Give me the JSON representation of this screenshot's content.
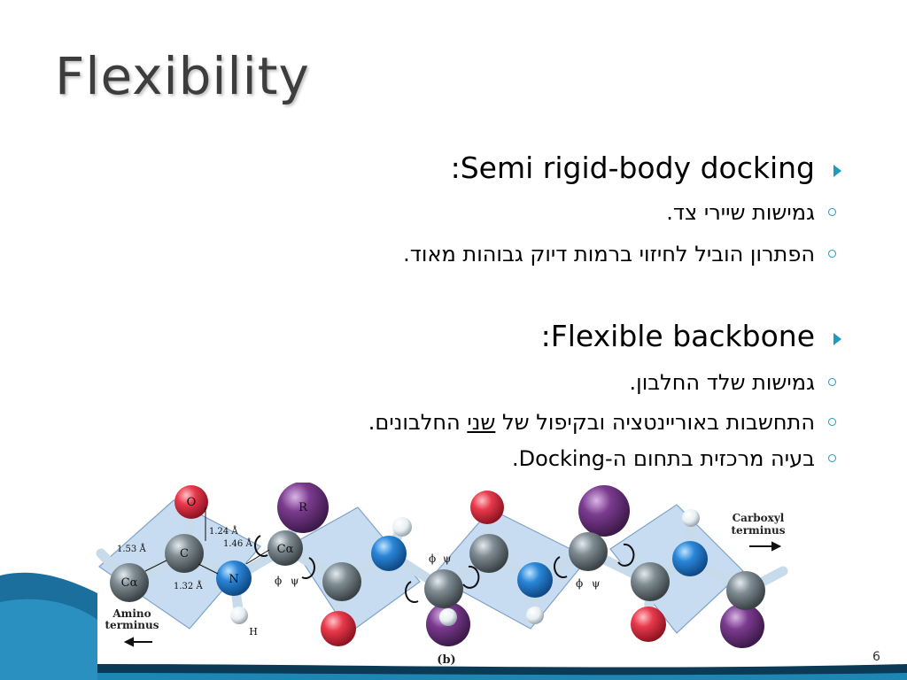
{
  "slide": {
    "title": "Flexibility",
    "page_number": "6",
    "sections": [
      {
        "heading": ":Semi rigid-body docking",
        "items": [
          {
            "text": "גמישות שיירי צד."
          },
          {
            "text": "הפתרון הוביל לחיזוי ברמות דיוק גבוהות מאוד."
          }
        ]
      },
      {
        "heading": ":Flexible backbone",
        "items": [
          {
            "text": "גמישות שלד החלבון."
          },
          {
            "before": "התחשבות באוריינטציה ובקיפול של ",
            "underlined": "שני",
            "after": " החלבונים."
          },
          {
            "text": "בעיה מרכזית בתחום ה-Docking."
          }
        ]
      }
    ]
  },
  "figure": {
    "atom_labels": {
      "o": "O",
      "c": "C",
      "ca1": "Cα",
      "ca2": "Cα",
      "n": "N",
      "h": "H",
      "r": "R"
    },
    "bond_lengths": {
      "ca_c": "1.53 Å",
      "c_o": "1.24 Å",
      "c_n_upper": "1.46 Å",
      "c_n": "1.32 Å"
    },
    "angle_labels": {
      "phi": "ϕ",
      "psi": "ψ"
    },
    "carboxyl_label": [
      "Carboxyl",
      "terminus"
    ],
    "amino_label": [
      "Amino",
      "terminus"
    ],
    "panel_label": "(b)",
    "colors": {
      "oxygen": "#e8394b",
      "nitrogen": "#2a86d8",
      "carbon": "#7f8c93",
      "r_group": "#7b3b8f",
      "plane": "#c7dbf1",
      "accent": "#1e9cc0"
    }
  }
}
